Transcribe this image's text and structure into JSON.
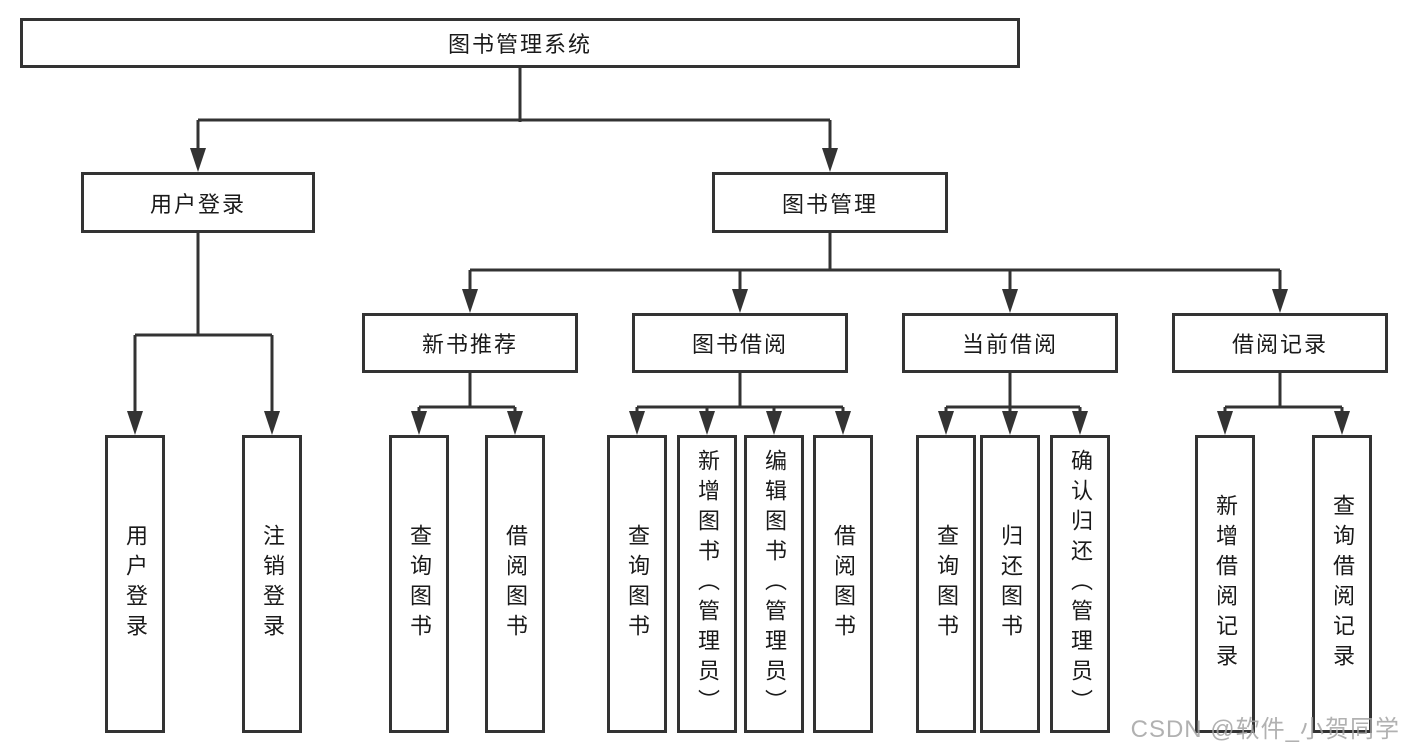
{
  "diagram": {
    "root": "图书管理系统",
    "branches": [
      {
        "label": "用户登录",
        "leaves": [
          "用户登录",
          "注销登录"
        ]
      },
      {
        "label": "图书管理",
        "groups": [
          {
            "label": "新书推荐",
            "leaves": [
              "查询图书",
              "借阅图书"
            ]
          },
          {
            "label": "图书借阅",
            "leaves": [
              "查询图书",
              "新增图书（管理员）",
              "编辑图书（管理员）",
              "借阅图书"
            ]
          },
          {
            "label": "当前借阅",
            "leaves": [
              "查询图书",
              "归还图书",
              "确认归还（管理员）"
            ]
          },
          {
            "label": "借阅记录",
            "leaves": [
              "新增借阅记录",
              "查询借阅记录"
            ]
          }
        ]
      }
    ]
  },
  "watermark": "CSDN @软件_小贺同学",
  "colors": {
    "line": "#333333",
    "box_border": "#333333",
    "box_fill": "#ffffff",
    "text": "#1a1a1a",
    "watermark": "#a3a3a3",
    "background": "#ffffff"
  }
}
